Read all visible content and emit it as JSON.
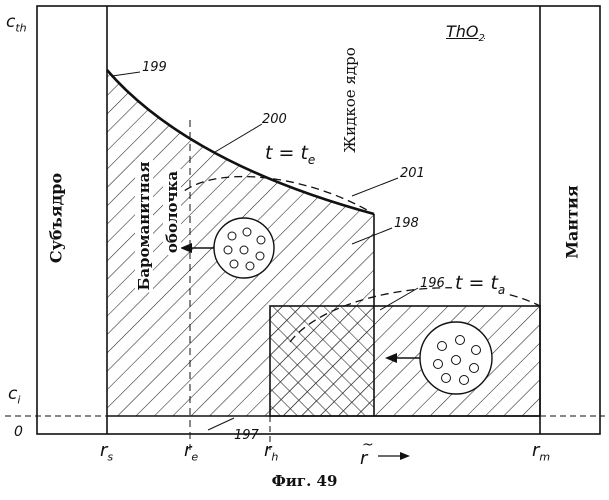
{
  "figure": {
    "caption": "Фиг. 49",
    "material": "ThO",
    "material_subscript": "2"
  },
  "axes": {
    "y_axis_label": "c",
    "y_axis_label_sub": "th",
    "y_level_label": "c",
    "y_level_label_sub": "i",
    "origin_label": "0",
    "x_axis_label": "r",
    "x_axis_label_decoration": "~",
    "x_arrow": "⟶"
  },
  "x_ticks": [
    {
      "main": "r",
      "sub": "s"
    },
    {
      "main": "r",
      "sub": "e"
    },
    {
      "main": "r",
      "sub": "h"
    },
    {
      "main": "r",
      "sub": "m"
    }
  ],
  "regions": {
    "subcore": "Субъядро",
    "liquid_core": "Жидкое ядро",
    "mantle": "Мантия",
    "baromagnetic_shell_line1": "Бароманитная",
    "baromagnetic_shell_line2": "оболочка"
  },
  "reference_numbers": {
    "r199": "199",
    "r200": "200",
    "r201": "201",
    "r198": "198",
    "r196": "196",
    "r197": "197"
  },
  "time_labels": {
    "te_main": "t = t",
    "te_sub": "e",
    "ta_main": "t = t",
    "ta_sub": "a"
  }
}
